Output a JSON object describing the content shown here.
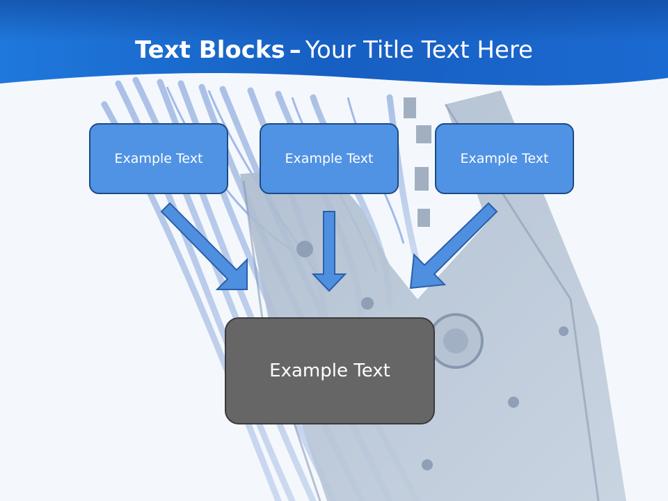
{
  "slide": {
    "title_bold": "Text Blocks",
    "title_dash": "–",
    "title_rest": "Your Title Text Here"
  },
  "blocks": {
    "left": "Example Text",
    "center": "Example Text",
    "right": "Example Text",
    "result": "Example Text"
  },
  "colors": {
    "header_blue": "#1a6fd6",
    "block_blue": "#5093e4",
    "block_border": "#1c4a86",
    "result_gray": "#666666",
    "arrow_fill": "#4f8fe0"
  },
  "icons": {
    "background": "crimping-tool-cables-photo"
  }
}
